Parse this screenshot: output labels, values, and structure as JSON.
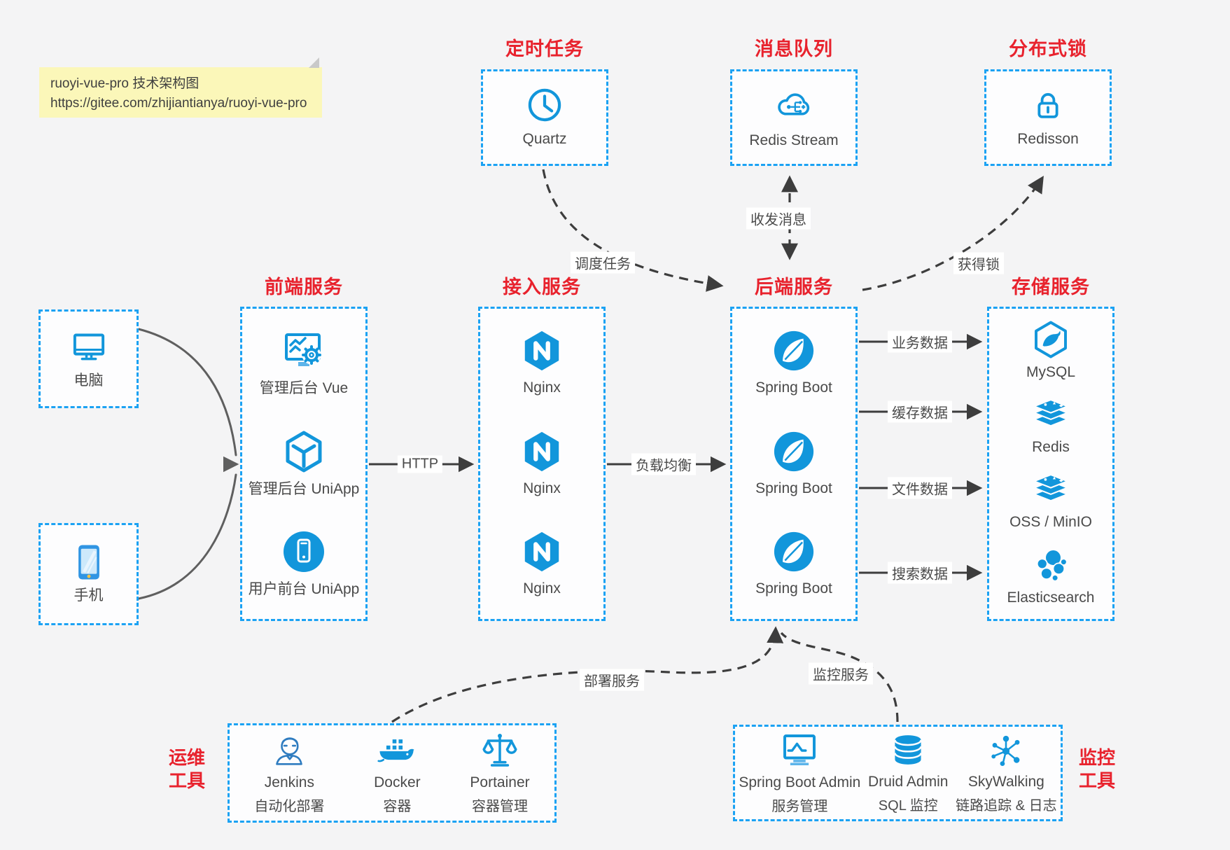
{
  "colors": {
    "border_blue": "#1ba2f3",
    "icon_blue": "#1296db",
    "title_red": "#e8222d",
    "line_dark": "#3d3d3d",
    "note_bg": "#fbf7b9"
  },
  "note": {
    "line1": "ruoyi-vue-pro 技术架构图",
    "line2": "https://gitee.com/zhijiantianya/ruoyi-vue-pro"
  },
  "top_groups": [
    {
      "title": "定时任务",
      "label": "Quartz",
      "icon": "clock-icon"
    },
    {
      "title": "消息队列",
      "label": "Redis Stream",
      "icon": "cloud-stream-icon"
    },
    {
      "title": "分布式锁",
      "label": "Redisson",
      "icon": "lock-icon"
    }
  ],
  "clients": [
    {
      "label": "电脑",
      "icon": "desktop-icon"
    },
    {
      "label": "手机",
      "icon": "smartphone-icon"
    }
  ],
  "columns": [
    {
      "title": "前端服务",
      "items": [
        {
          "label": "管理后台 Vue",
          "icon": "admin-vue-icon"
        },
        {
          "label": "管理后台 UniApp",
          "icon": "uniapp-cube-icon"
        },
        {
          "label": "用户前台 UniApp",
          "icon": "user-uniapp-icon"
        }
      ]
    },
    {
      "title": "接入服务",
      "items": [
        {
          "label": "Nginx",
          "icon": "nginx-icon"
        },
        {
          "label": "Nginx",
          "icon": "nginx-icon"
        },
        {
          "label": "Nginx",
          "icon": "nginx-icon"
        }
      ]
    },
    {
      "title": "后端服务",
      "items": [
        {
          "label": "Spring Boot",
          "icon": "spring-icon"
        },
        {
          "label": "Spring Boot",
          "icon": "spring-icon"
        },
        {
          "label": "Spring Boot",
          "icon": "spring-icon"
        }
      ]
    },
    {
      "title": "存储服务",
      "items": [
        {
          "label": "MySQL",
          "icon": "mysql-icon"
        },
        {
          "label": "Redis",
          "icon": "redis-icon"
        },
        {
          "label": "OSS / MinIO",
          "icon": "oss-minio-icon"
        },
        {
          "label": "Elasticsearch",
          "icon": "elasticsearch-icon"
        }
      ]
    }
  ],
  "bottom_groups": [
    {
      "title_line1": "运维",
      "title_line2": "工具",
      "items": [
        {
          "name": "Jenkins",
          "desc": "自动化部署",
          "icon": "jenkins-icon"
        },
        {
          "name": "Docker",
          "desc": "容器",
          "icon": "docker-icon"
        },
        {
          "name": "Portainer",
          "desc": "容器管理",
          "icon": "portainer-icon"
        }
      ]
    },
    {
      "title_line1": "监控",
      "title_line2": "工具",
      "items": [
        {
          "name": "Spring Boot Admin",
          "desc": "服务管理",
          "icon": "spring-boot-admin-icon"
        },
        {
          "name": "Druid Admin",
          "desc": "SQL 监控",
          "icon": "druid-icon"
        },
        {
          "name": "SkyWalking",
          "desc": "链路追踪 & 日志",
          "icon": "skywalking-icon"
        }
      ]
    }
  ],
  "edge_labels": {
    "http": "HTTP",
    "load_balance": "负载均衡",
    "data": [
      "业务数据",
      "缓存数据",
      "文件数据",
      "搜索数据"
    ],
    "schedule": "调度任务",
    "message": "收发消息",
    "lock": "获得锁",
    "deploy": "部署服务",
    "monitor": "监控服务"
  }
}
